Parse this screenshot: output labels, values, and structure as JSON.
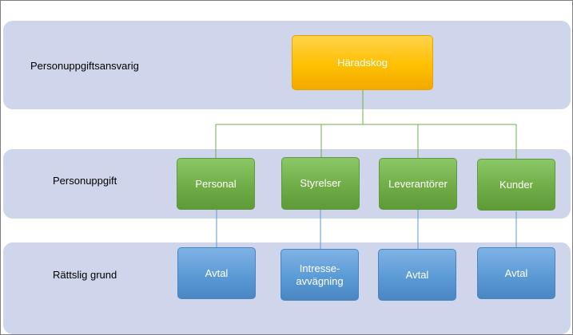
{
  "rows": {
    "controller_label": "Personuppgiftsansvarig",
    "data_label": "Personuppgift",
    "basis_label": "Rättslig grund"
  },
  "controller": "Häradskog",
  "categories": [
    "Personal",
    "Styrelser",
    "Leverantörer",
    "Kunder"
  ],
  "bases": [
    "Avtal",
    "Intresse-\navvägning",
    "Avtal",
    "Avtal"
  ],
  "colors": {
    "band": "#cfd5ea",
    "controller": "#ffc000",
    "category": "#70ad47",
    "basis": "#5b9bd5",
    "connector_green": "#70ad47",
    "connector_blue": "#5b9bd5"
  }
}
